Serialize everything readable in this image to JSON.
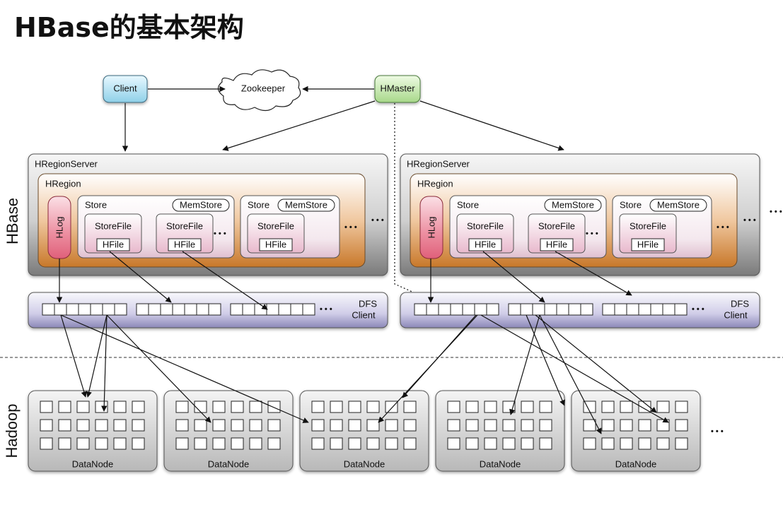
{
  "title": "HBase的基本架构",
  "layer_labels": {
    "hbase": "HBase",
    "hadoop": "Hadoop"
  },
  "nodes": {
    "client": "Client",
    "zookeeper": "Zookeeper",
    "hmaster": "HMaster"
  },
  "region_server": {
    "label": "HRegionServer",
    "region_label": "HRegion",
    "hlog_label": "HLog",
    "store_label": "Store",
    "memstore_label": "MemStore",
    "storefile_label": "StoreFile",
    "hfile_label": "HFile",
    "more": "• • •"
  },
  "dfs_client": {
    "line1": "DFS",
    "line2": "Client",
    "more": "• • •"
  },
  "datanode": {
    "label": "DataNode",
    "more": "• • •"
  },
  "colors": {
    "client": "#8fd0e8",
    "hmaster": "#a8d88a",
    "hlog": "#e0607a",
    "region_fill": "#f0c8a0",
    "dfs_fill": "#d0cde8"
  }
}
